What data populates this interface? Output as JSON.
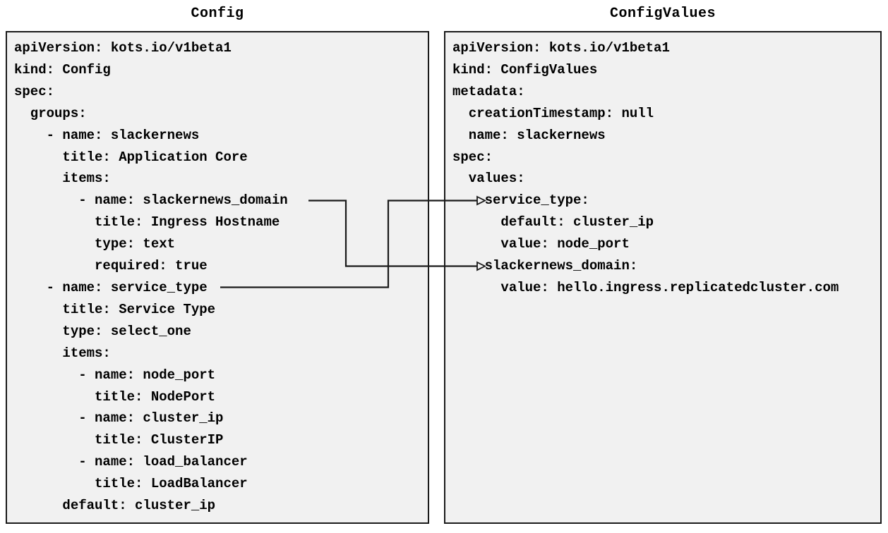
{
  "colors": {
    "page_bg": "#ffffff",
    "box_fill": "#f1f1f1",
    "box_border": "#1a1a1a",
    "text": "#000000",
    "connector": "#1a1a1a"
  },
  "left_panel": {
    "title": "Config",
    "lines": [
      "apiVersion: kots.io/v1beta1",
      "kind: Config",
      "spec:",
      "  groups:",
      "    - name: slackernews",
      "      title: Application Core",
      "      items:",
      "        - name: slackernews_domain",
      "          title: Ingress Hostname",
      "          type: text",
      "          required: true",
      "    - name: service_type",
      "      title: Service Type",
      "      type: select_one",
      "      items:",
      "        - name: node_port",
      "          title: NodePort",
      "        - name: cluster_ip",
      "          title: ClusterIP",
      "        - name: load_balancer",
      "          title: LoadBalancer",
      "      default: cluster_ip"
    ]
  },
  "right_panel": {
    "title": "ConfigValues",
    "lines": [
      "apiVersion: kots.io/v1beta1",
      "kind: ConfigValues",
      "metadata:",
      "  creationTimestamp: null",
      "  name: slackernews",
      "spec:",
      "  values:",
      "    service_type:",
      "      default: cluster_ip",
      "      value: node_port",
      "    slackernews_domain:",
      "      value: hello.ingress.replicatedcluster.com"
    ]
  },
  "connectors": [
    {
      "from": "Config item slackernews_domain",
      "to": "ConfigValues value slackernews_domain"
    },
    {
      "from": "Config item service_type",
      "to": "ConfigValues value service_type"
    }
  ]
}
